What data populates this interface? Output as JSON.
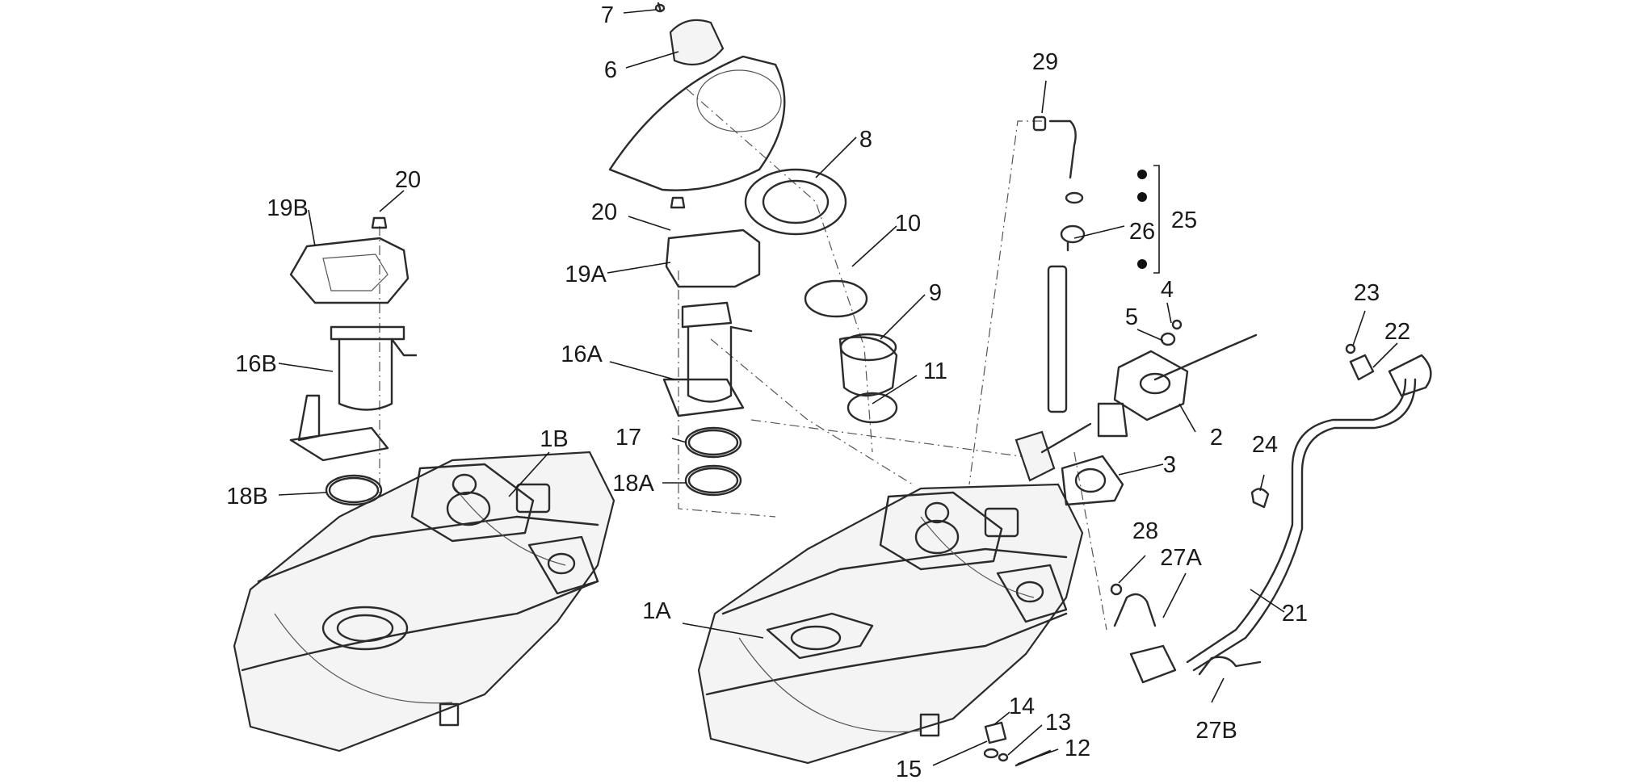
{
  "diagram": {
    "callouts": [
      {
        "id": "c7",
        "text": "7"
      },
      {
        "id": "c6",
        "text": "6"
      },
      {
        "id": "c29",
        "text": "29"
      },
      {
        "id": "c8",
        "text": "8"
      },
      {
        "id": "c20a",
        "text": "20"
      },
      {
        "id": "c19b",
        "text": "19B"
      },
      {
        "id": "c20b",
        "text": "20"
      },
      {
        "id": "c10",
        "text": "10"
      },
      {
        "id": "c25",
        "text": "25"
      },
      {
        "id": "c26",
        "text": "26"
      },
      {
        "id": "c19a",
        "text": "19A"
      },
      {
        "id": "c4",
        "text": "4"
      },
      {
        "id": "c9",
        "text": "9"
      },
      {
        "id": "c23",
        "text": "23"
      },
      {
        "id": "c5",
        "text": "5"
      },
      {
        "id": "c22",
        "text": "22"
      },
      {
        "id": "c16a",
        "text": "16A"
      },
      {
        "id": "c16b",
        "text": "16B"
      },
      {
        "id": "c11",
        "text": "11"
      },
      {
        "id": "c2",
        "text": "2"
      },
      {
        "id": "c1b",
        "text": "1B"
      },
      {
        "id": "c17",
        "text": "17"
      },
      {
        "id": "c24",
        "text": "24"
      },
      {
        "id": "c3",
        "text": "3"
      },
      {
        "id": "c18a",
        "text": "18A"
      },
      {
        "id": "c18b",
        "text": "18B"
      },
      {
        "id": "c28",
        "text": "28"
      },
      {
        "id": "c27a",
        "text": "27A"
      },
      {
        "id": "c1a",
        "text": "1A"
      },
      {
        "id": "c21",
        "text": "21"
      },
      {
        "id": "c14",
        "text": "14"
      },
      {
        "id": "c13",
        "text": "13"
      },
      {
        "id": "c27b",
        "text": "27B"
      },
      {
        "id": "c12",
        "text": "12"
      },
      {
        "id": "c15",
        "text": "15"
      }
    ]
  }
}
